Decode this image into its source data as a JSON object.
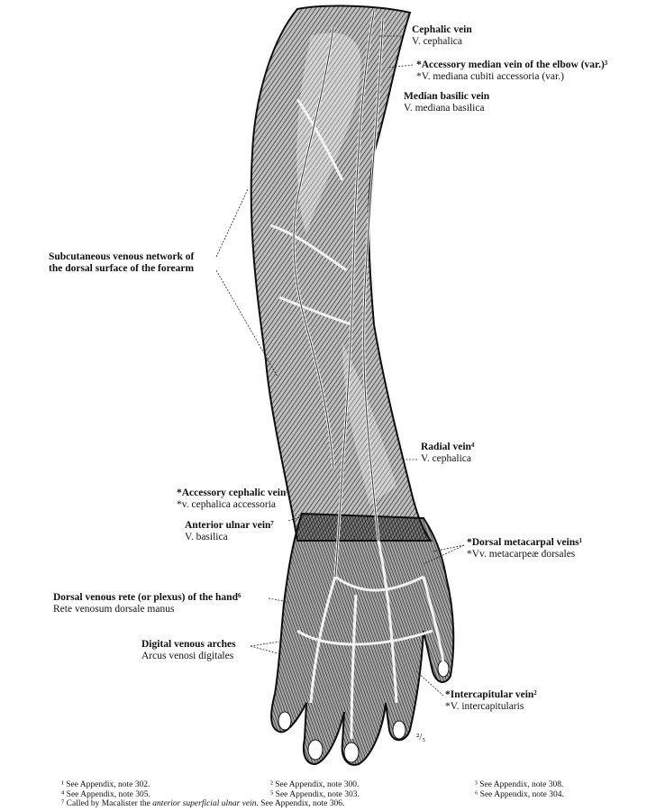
{
  "labels": {
    "cephalic": {
      "en": "Cephalic vein",
      "la": "V. cephalica"
    },
    "accessory_median": {
      "en": "*Accessory median vein of the elbow (var.)³",
      "la": "*V. mediana cubiti accessoria (var.)"
    },
    "median_basilic": {
      "en": "Median basilic vein",
      "la": "V. mediana basilica"
    },
    "subcutaneous": {
      "en1": "Subcutaneous venous network of",
      "en2": "the dorsal surface of the forearm"
    },
    "radial": {
      "en": "Radial vein⁴",
      "la": "V. cephalica"
    },
    "accessory_cephalic": {
      "en": "*Accessory cephalic vein⁵",
      "la": "*v. cephalica accessoria"
    },
    "anterior_ulnar": {
      "en": "Anterior ulnar vein⁷",
      "la": "V. basilica"
    },
    "dorsal_metacarpal": {
      "en": "*Dorsal metacarpal veins¹",
      "la": "*Vv. metacarpeæ dorsales"
    },
    "dorsal_rete": {
      "en": "Dorsal venous rete (or plexus) of the hand⁶",
      "la": "Rete venosum dorsale manus"
    },
    "digital_arches": {
      "en": "Digital venous arches",
      "la": "Arcus venosi digitales"
    },
    "intercapitular": {
      "en": "*Intercapitular vein²",
      "la": "*V. intercapitularis"
    }
  },
  "scale": "²/₅",
  "footnotes": {
    "col1": [
      "¹ See Appendix, note 302.",
      "⁴ See Appendix, note 305.",
      "⁷ Called by Macalister the"
    ],
    "col1_italic": "anterior superficial ulnar vein.",
    "col1_tail": "See Appendix, note 306.",
    "col2": [
      "² See Appendix, note 300.",
      "⁵ See Appendix, note 303."
    ],
    "col3": [
      "³ See Appendix, note 308.",
      "⁶ See Appendix, note 304."
    ]
  }
}
